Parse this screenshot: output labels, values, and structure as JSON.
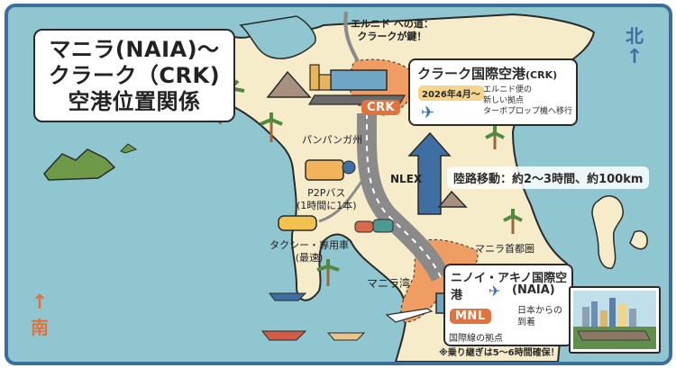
{
  "title": {
    "lines": [
      "マニラ(NAIA)〜",
      "クラーク（CRK)",
      "空港位置関係"
    ]
  },
  "compass": {
    "north": "北",
    "south": "南"
  },
  "annotations": {
    "elnido_road_1": "エルニド への道：",
    "elnido_road_2": "クラークが鍵！",
    "pampanga": "パンパンガ州",
    "bus_1": "P2Pバス",
    "bus_2": "(1時間に1本)",
    "taxi_1": "タクシー・専用車",
    "taxi_2": "(最速)",
    "nlex": "NLEX",
    "manila_bay": "マニラ湾",
    "metro_manila": "マニラ首都圏"
  },
  "crk": {
    "code": "CRK",
    "title": "クラーク国際空港",
    "title_suffix": "(CRK)",
    "date_badge": "2026年4月〜",
    "desc_1": "エルニド便の",
    "desc_2": "新しい拠点",
    "desc_3": "ターボプロップ機へ移行"
  },
  "route": {
    "text": "陸路移動：約2〜3時間、約100km"
  },
  "naia": {
    "code": "MNL",
    "title": "ニノイ・アキノ国際空港",
    "subtitle": "(NAIA)",
    "arrival_1": "日本からの",
    "arrival_2": "到着",
    "base": "国際線の拠点",
    "note": "※乗り継ぎは5〜6時間確保！"
  },
  "colors": {
    "sea": "#8fc6cf",
    "land": "#f6ecc9",
    "accent_orange": "#e2733d",
    "arrow_blue": "#3d6fa3",
    "road": "#8a8a8a",
    "badge_yellow": "#f5d58b",
    "frame_blue": "#3b6e9a"
  }
}
